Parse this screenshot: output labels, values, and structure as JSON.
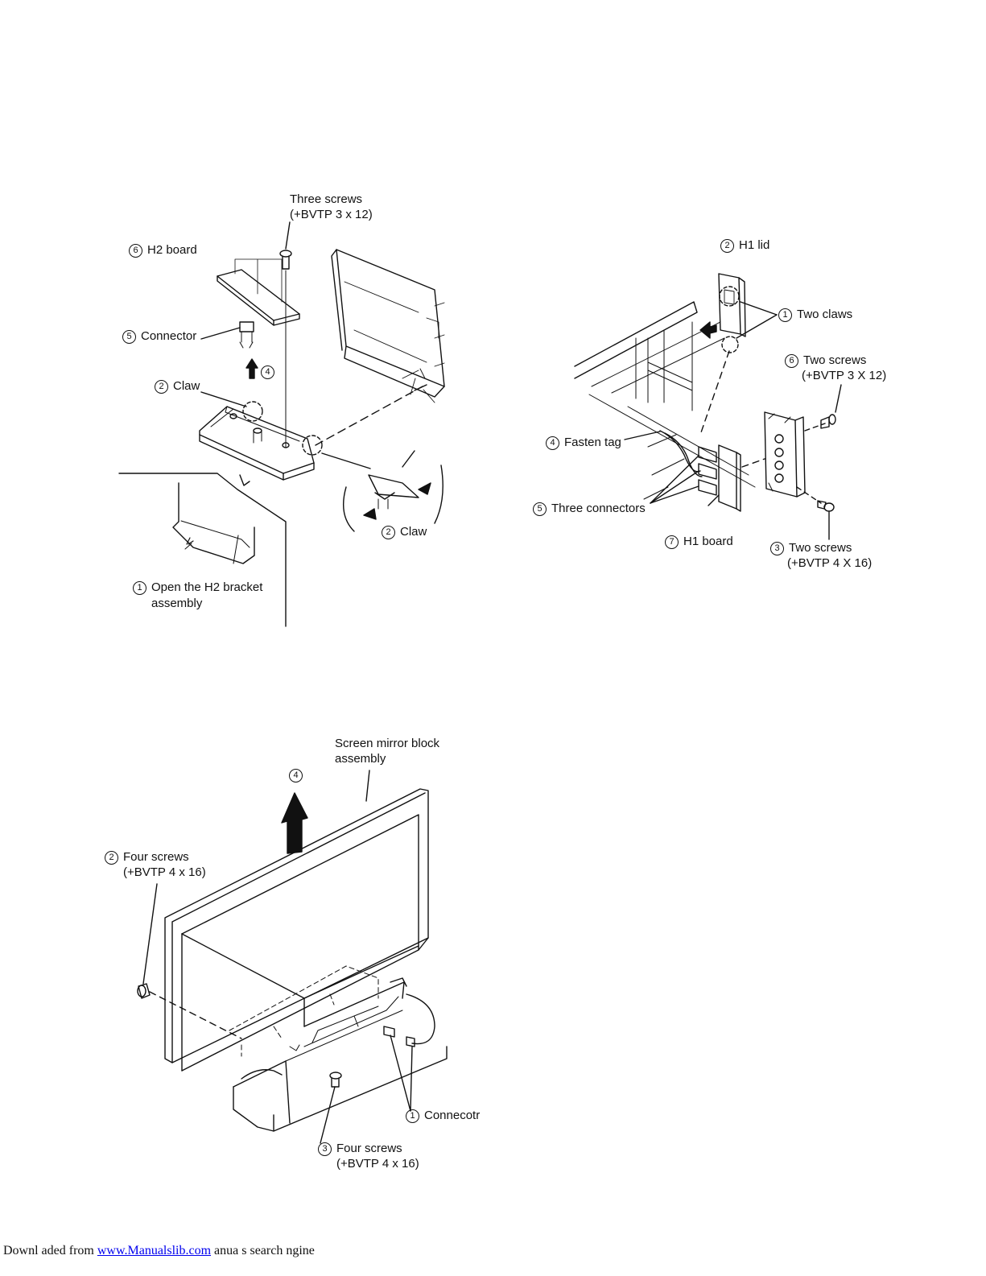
{
  "diagrams": {
    "h2": {
      "three_screws": "Three screws",
      "three_screws_spec": "(+BVTP 3 x 12)",
      "h2_board": {
        "num": "6",
        "text": "H2 board"
      },
      "connector": {
        "num": "5",
        "text": "Connector"
      },
      "arrow_step": "4",
      "claw_top": {
        "num": "2",
        "text": "Claw"
      },
      "claw_bottom": {
        "num": "2",
        "text": "Claw"
      },
      "open_bracket": {
        "num": "1",
        "text": "Open the H2 bracket"
      },
      "open_bracket_2": "assembly"
    },
    "h1": {
      "h1_lid": {
        "num": "2",
        "text": "H1 lid"
      },
      "two_claws": {
        "num": "1",
        "text": "Two claws"
      },
      "two_screws_top": {
        "num": "6",
        "text": "Two screws"
      },
      "two_screws_top_spec": "(+BVTP 3 X 12)",
      "fasten_tag": {
        "num": "4",
        "text": "Fasten tag"
      },
      "three_connectors": {
        "num": "5",
        "text": "Three connectors"
      },
      "h1_board": {
        "num": "7",
        "text": "H1 board"
      },
      "two_screws_bottom": {
        "num": "3",
        "text": "Two screws"
      },
      "two_screws_bottom_spec": "(+BVTP 4 X 16)"
    },
    "mirror": {
      "block": "Screen mirror block",
      "block_2": "assembly",
      "arrow_step": "4",
      "four_screws_left": {
        "num": "2",
        "text": "Four screws"
      },
      "four_screws_left_spec": "(+BVTP 4 x 16)",
      "connector": {
        "num": "1",
        "text": "Connecotr"
      },
      "four_screws_bottom": {
        "num": "3",
        "text": "Four screws"
      },
      "four_screws_bottom_spec": "(+BVTP 4 x 16)"
    }
  },
  "footer": {
    "prefix": "Downl  aded from ",
    "link": "www.Manualslib.com",
    "suffix": "   anua s search  ngine"
  }
}
